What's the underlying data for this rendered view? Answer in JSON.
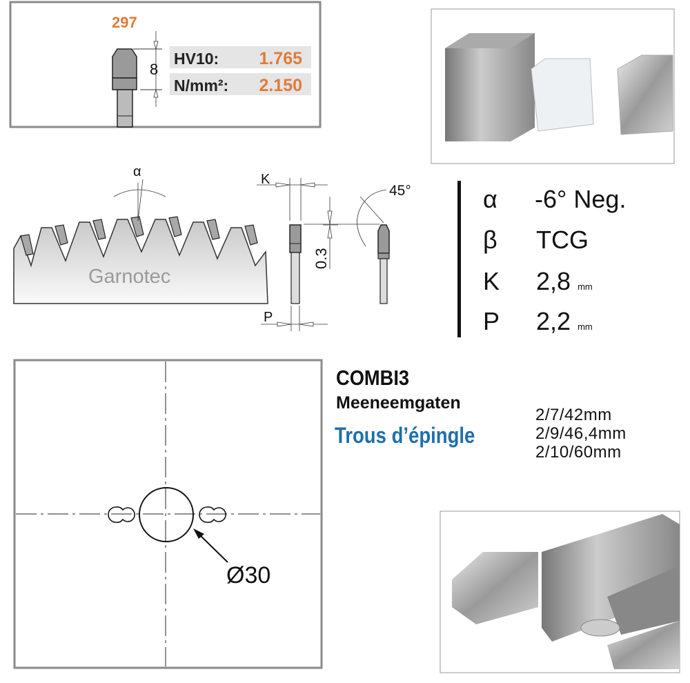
{
  "hardness": {
    "grade": "297",
    "tip_height": "8",
    "rows": [
      {
        "label": "HV10:",
        "value": "1.765"
      },
      {
        "label": "N/mm²:",
        "value": "2.150"
      }
    ]
  },
  "diagram": {
    "alpha_symbol": "α",
    "brand": "Garnotec",
    "k_label": "K",
    "p_label": "P",
    "chamfer_height": "0.3",
    "chamfer_angle": "45°",
    "bore": "Ø30"
  },
  "specs": [
    {
      "symbol": "α",
      "value": "-6° Neg.",
      "unit": ""
    },
    {
      "symbol": "β",
      "value": "TCG",
      "unit": ""
    },
    {
      "symbol": "K",
      "value": "2,8",
      "unit": "mm"
    },
    {
      "symbol": "P",
      "value": "2,2",
      "unit": "mm"
    }
  ],
  "product": {
    "name": "COMBI3",
    "pinholes_nl": "Meeneemgaten",
    "pinholes_fr": "Trous d’épingle",
    "pinhole_sizes": [
      "2/7/42mm",
      "2/9/46,4mm",
      "2/10/60mm"
    ]
  },
  "colors": {
    "orange": "#e07b39",
    "blue": "#1f6fae"
  }
}
